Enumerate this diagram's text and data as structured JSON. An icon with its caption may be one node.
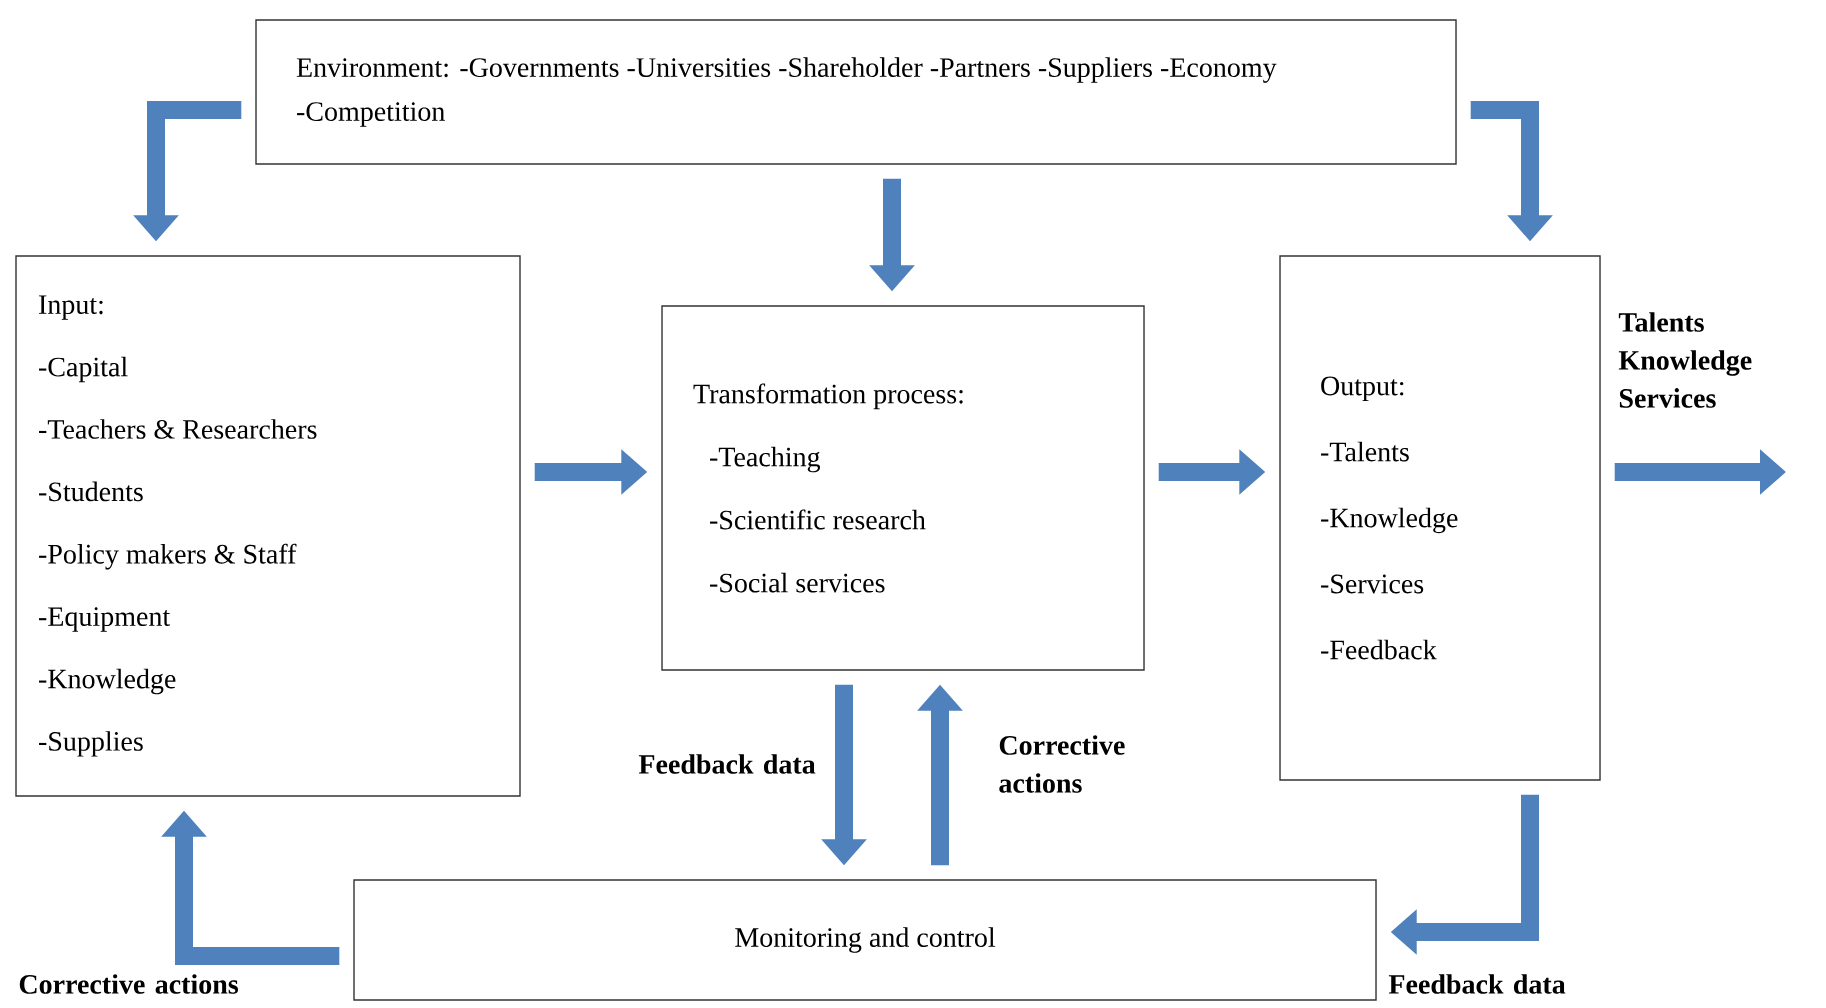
{
  "diagram": {
    "nodes": [
      {
        "text": [
          "Environment: -Governments -Universities -Shareholder -Partners -Suppliers -Economy -Competition"
        ]
      },
      {
        "text": [
          "Input:",
          "-Capital",
          "-Teachers & Researchers",
          "-Students",
          "-Policy makers & Staff",
          "-Equipment",
          "-Knowledge",
          "-Supplies"
        ]
      },
      {
        "text": [
          "Transformation process:",
          "-Teaching",
          "-Scientific research",
          "-Social services"
        ]
      },
      {
        "text": [
          "Output:",
          "-Talents",
          "-Knowledge",
          "-Services",
          "-Feedback"
        ]
      },
      {
        "text": [
          "Monitoring and control"
        ]
      }
    ],
    "edges": [
      {
        "from": 0,
        "to": 1,
        "arrow": "to"
      },
      {
        "from": 0,
        "to": 2,
        "arrow": "to"
      },
      {
        "from": 0,
        "to": 3,
        "arrow": "to"
      },
      {
        "from": 1,
        "to": 2,
        "arrow": "to"
      },
      {
        "from": 2,
        "to": 3,
        "arrow": "to"
      },
      {
        "from": 3,
        "to": null,
        "arrow": "to",
        "label": "Talents Knowledge Services"
      },
      {
        "from": 2,
        "to": 4,
        "arrow": "to",
        "label": "Feedback data"
      },
      {
        "from": 4,
        "to": 2,
        "arrow": "to",
        "label": "Corrective actions"
      },
      {
        "from": 3,
        "to": 4,
        "arrow": "to",
        "label": "Feedback data"
      },
      {
        "from": 4,
        "to": 1,
        "arrow": "to",
        "label": "Corrective actions"
      }
    ]
  }
}
